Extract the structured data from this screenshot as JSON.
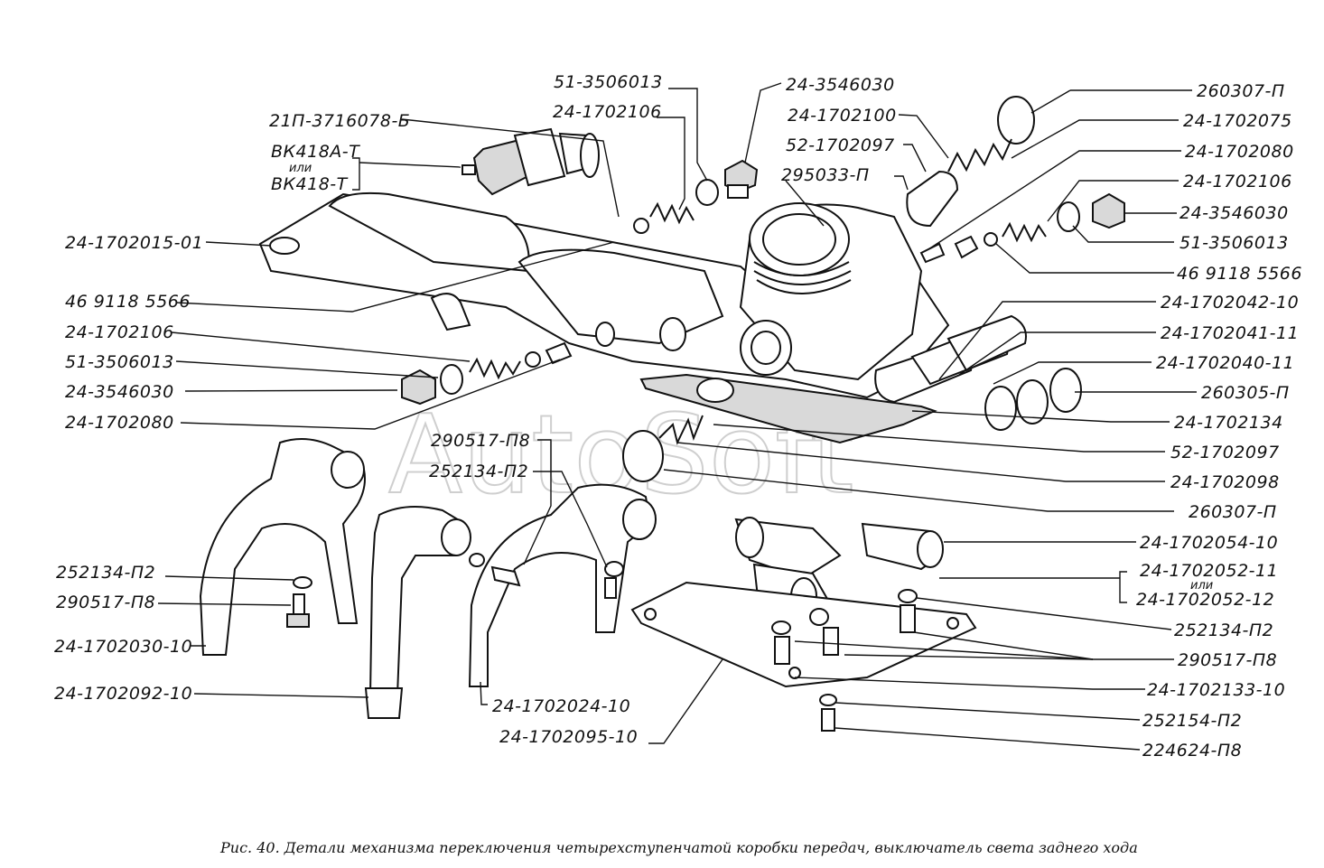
{
  "watermark": "AutoSoft",
  "caption": "Рис. 40. Детали механизма переключения четырехступенчатой коробки передач, выключатель света заднего хода",
  "labels": {
    "l01": "51-3506013",
    "l02": "24-1702106",
    "l03": "21П-3716078-Б",
    "l04a": "ВК418А-Т",
    "l04or": "или",
    "l04b": "ВК418-Т",
    "l05": "24-3546030",
    "l06": "24-1702100",
    "l07": "52-1702097",
    "l08": "295033-П",
    "l09": "24-1702015-01",
    "l10": "46 9118 5566",
    "l11": "24-1702106",
    "l12": "51-3506013",
    "l13": "24-3546030",
    "l14": "24-1702080",
    "l15": "290517-П8",
    "l16": "252134-П2",
    "l17": "252134-П2",
    "l18": "290517-П8",
    "l19": "24-1702030-10",
    "l20": "24-1702092-10",
    "l21": "24-1702024-10",
    "l22": "24-1702095-10",
    "r01": "260307-П",
    "r02": "24-1702075",
    "r03": "24-1702080",
    "r04": "24-1702106",
    "r05": "24-3546030",
    "r06": "51-3506013",
    "r07": "46 9118 5566",
    "r08": "24-1702042-10",
    "r09": "24-1702041-11",
    "r10": "24-1702040-11",
    "r11": "260305-П",
    "r12": "24-1702134",
    "r13": "52-1702097",
    "r14": "24-1702098",
    "r15": "260307-П",
    "r16": "24-1702054-10",
    "r17a": "24-1702052-11",
    "r17or": "или",
    "r17b": "24-1702052-12",
    "r18": "252134-П2",
    "r19": "290517-П8",
    "r20": "24-1702133-10",
    "r21": "252154-П2",
    "r22": "224624-П8"
  }
}
